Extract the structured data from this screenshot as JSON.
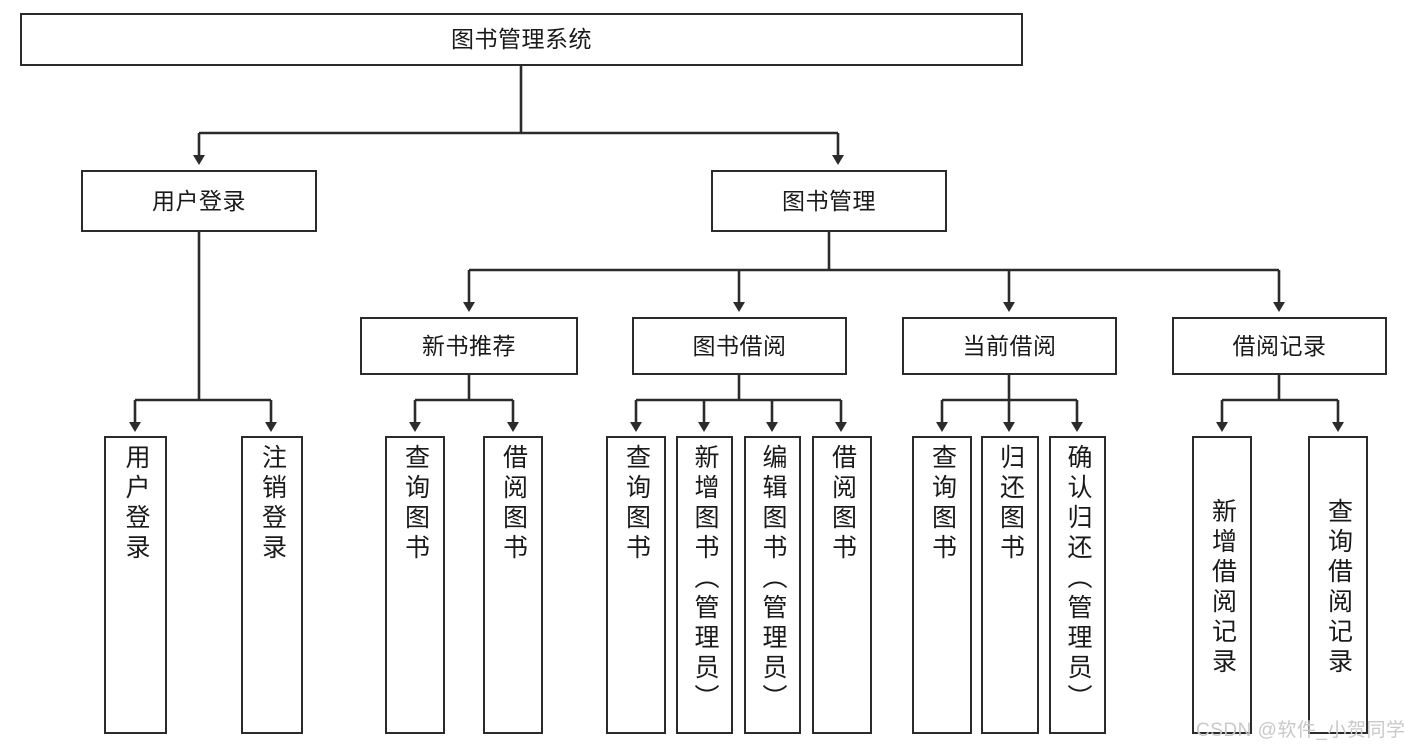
{
  "diagram": {
    "type": "tree-hierarchy",
    "title": "图书管理系统",
    "watermark": "CSDN @软件_小贺同学",
    "colors": {
      "stroke": "#2b2b2b",
      "fill": "#ffffff",
      "text": "#1a1a1a",
      "watermark": "#c9c9c9"
    },
    "nodes": {
      "root": {
        "label": "图书管理系统"
      },
      "level2": [
        {
          "id": "user-login",
          "label": "用户登录"
        },
        {
          "id": "book-manage",
          "label": "图书管理"
        }
      ],
      "level3": [
        {
          "id": "new-book-rec",
          "label": "新书推荐"
        },
        {
          "id": "book-borrow",
          "label": "图书借阅"
        },
        {
          "id": "current-borrow",
          "label": "当前借阅"
        },
        {
          "id": "borrow-record",
          "label": "借阅记录"
        }
      ],
      "leaves": {
        "user_login": [
          {
            "id": "leaf-user-login",
            "label": "用户登录"
          },
          {
            "id": "leaf-logout",
            "label": "注销登录"
          }
        ],
        "new_book_rec": [
          {
            "id": "leaf-query-book-1",
            "label": "查询图书"
          },
          {
            "id": "leaf-borrow-book-1",
            "label": "借阅图书"
          }
        ],
        "book_borrow": [
          {
            "id": "leaf-query-book-2",
            "label": "查询图书"
          },
          {
            "id": "leaf-add-book",
            "label": "新增图书（管理员）"
          },
          {
            "id": "leaf-edit-book",
            "label": "编辑图书（管理员）"
          },
          {
            "id": "leaf-borrow-book-2",
            "label": "借阅图书"
          }
        ],
        "current_borrow": [
          {
            "id": "leaf-query-book-3",
            "label": "查询图书"
          },
          {
            "id": "leaf-return-book",
            "label": "归还图书"
          },
          {
            "id": "leaf-confirm-return",
            "label": "确认归还（管理员）"
          }
        ],
        "borrow_record": [
          {
            "id": "leaf-add-record",
            "label": "新增借阅记录"
          },
          {
            "id": "leaf-query-record",
            "label": "查询借阅记录"
          }
        ]
      }
    }
  }
}
